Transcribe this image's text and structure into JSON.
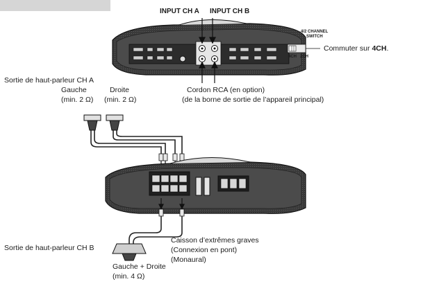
{
  "labels": {
    "input_a": "INPUT CH A",
    "input_b": "INPUT CH B",
    "switch_line1": "4/2 CHANNEL",
    "switch_line2": "SWITCH",
    "switch_4ch": "4CH",
    "switch_2ch": "2CH",
    "switch_note_prefix": "Commuter sur ",
    "switch_note_bold": "4CH",
    "switch_note_suffix": ".",
    "speaker_a_title": "Sortie de haut-parleur CH A",
    "left_a": "Gauche",
    "left_a_imp": "(min. 2 Ω)",
    "right_a": "Droite",
    "right_a_imp": "(min. 2 Ω)",
    "rca_line1": "Cordon RCA (en option)",
    "rca_line2": "(de la borne de sortie de l’appareil principal)",
    "speaker_b_title": "Sortie de haut-parleur CH B",
    "sub_line1": "Caisson d’extrêmes graves",
    "sub_line2": "(Connexion en pont)",
    "sub_line3": "(Monaural)",
    "lr_b": "Gauche + Droite",
    "lr_b_imp": "(min. 4 Ω)"
  }
}
